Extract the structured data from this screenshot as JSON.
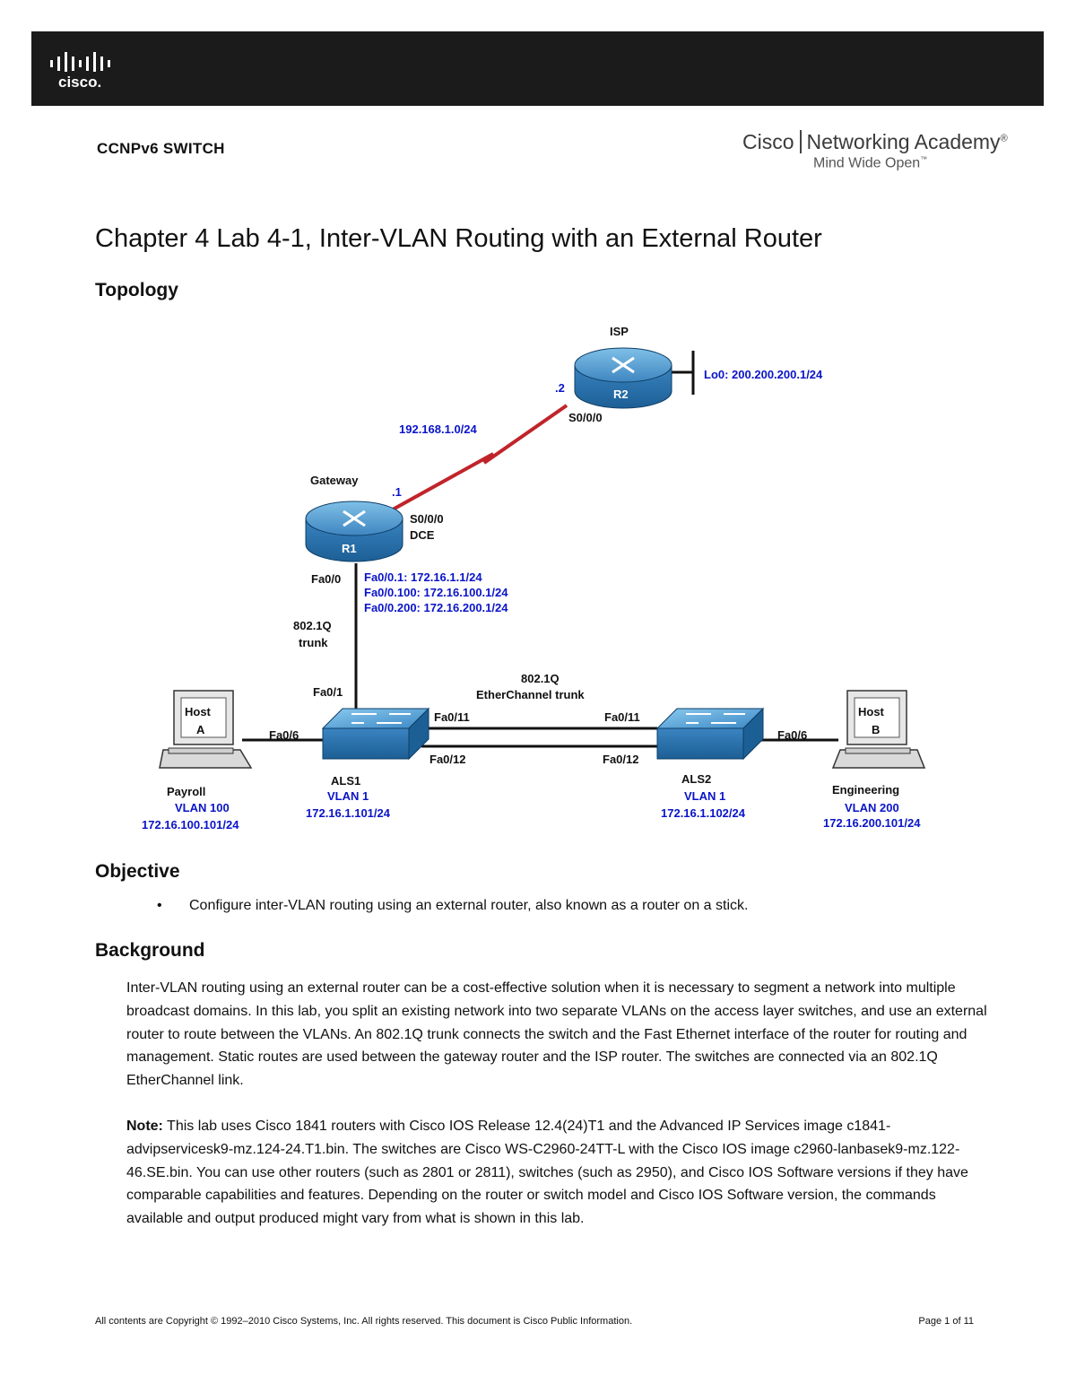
{
  "header": {
    "logo_text": "cisco.",
    "course": "CCNPv6 SWITCH",
    "academy_brand_left": "Cisco",
    "academy_brand_right": "Networking Academy",
    "academy_brand_mark": "®",
    "academy_tagline": "Mind Wide Open",
    "academy_tagline_mark": "™"
  },
  "title": "Chapter 4 Lab 4-1, Inter-VLAN Routing with an External Router",
  "sections": {
    "topology_heading": "Topology",
    "objective_heading": "Objective",
    "background_heading": "Background"
  },
  "topology": {
    "isp_label": "ISP",
    "r2_name": "R2",
    "r2_dot": ".2",
    "lo0": "Lo0:  200.200.200.1/24",
    "r2_serial": "S0/0/0",
    "wan_network": "192.168.1.0/24",
    "gateway_label": "Gateway",
    "r1_dot": ".1",
    "r1_name": "R1",
    "r1_serial": "S0/0/0",
    "r1_dce": "DCE",
    "r1_fa": "Fa0/0",
    "sub1": "Fa0/0.1: 172.16.1.1/24",
    "sub100": "Fa0/0.100: 172.16.100.1/24",
    "sub200": "Fa0/0.200: 172.16.200.1/24",
    "trunk_line1": "802.1Q",
    "trunk_line2": "trunk",
    "als1_fa01": "Fa0/1",
    "ec_line1": "802.1Q",
    "ec_line2": "EtherChannel trunk",
    "als1_fa011": "Fa0/11",
    "als1_fa012": "Fa0/12",
    "als2_fa011": "Fa0/11",
    "als2_fa012": "Fa0/12",
    "als1_fa06": "Fa0/6",
    "als2_fa06": "Fa0/6",
    "als1_name": "ALS1",
    "als1_vlan": "VLAN 1",
    "als1_ip": "172.16.1.101/24",
    "als2_name": "ALS2",
    "als2_vlan": "VLAN 1",
    "als2_ip": "172.16.1.102/24",
    "hosta_line1": "Host",
    "hosta_line2": "A",
    "hosta_dept": "Payroll",
    "hosta_vlan": "VLAN 100",
    "hosta_ip": "172.16.100.101/24",
    "hostb_line1": "Host",
    "hostb_line2": "B",
    "hostb_dept": "Engineering",
    "hostb_vlan": "VLAN 200",
    "hostb_ip": "172.16.200.101/24"
  },
  "objective": {
    "items": [
      "Configure inter-VLAN routing using an external router, also known as a router on a stick."
    ]
  },
  "background": {
    "paragraph": "Inter-VLAN routing using an external router can be a cost-effective solution when it is necessary to segment a network into multiple broadcast domains. In this lab, you split an existing network into two separate VLANs on the access layer switches, and use an external router to route between the VLANs. An 802.1Q trunk connects the switch and the Fast Ethernet interface of the router for routing and management. Static routes are used between the gateway router and the ISP router. The switches are connected via an 802.1Q EtherChannel link.",
    "note_label": "Note:",
    "note_text": " This lab uses Cisco 1841 routers with Cisco IOS Release 12.4(24)T1 and the Advanced IP Services image c1841-advipservicesk9-mz.124-24.T1.bin. The switches are Cisco WS-C2960-24TT-L with the Cisco IOS image c2960-lanbasek9-mz.122-46.SE.bin. You can use other routers (such as 2801 or 2811), switches (such as 2950), and Cisco IOS Software versions if they have comparable capabilities and features. Depending on the router or switch model and Cisco IOS Software version, the commands available and output produced might vary from what is shown in this lab."
  },
  "footer": {
    "copyright": "All contents are Copyright © 1992–2010 Cisco Systems, Inc. All rights reserved. This document is Cisco Public Information.",
    "page": "Page 1 of 11"
  }
}
